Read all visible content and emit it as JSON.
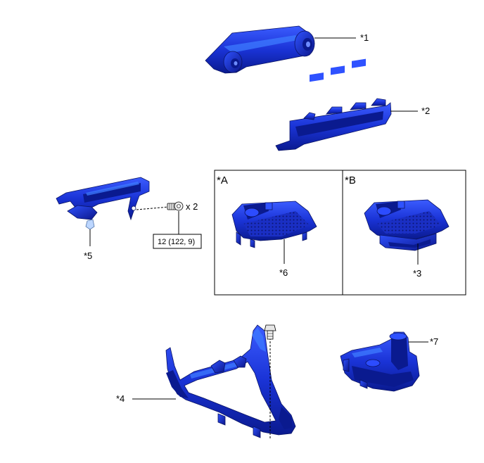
{
  "callouts": {
    "c1": "*1",
    "c2": "*2",
    "c3": "*3",
    "c4": "*4",
    "c5": "*5",
    "c6": "*6",
    "c7": "*7"
  },
  "boxes": {
    "a": "*A",
    "b": "*B"
  },
  "bolt": {
    "qty": "x 2",
    "torque": "12 (122, 9)"
  },
  "colors": {
    "part_fill": "#1a33d6",
    "part_dark": "#0a1a8f",
    "part_highlight": "#3d7bff",
    "bolt_fill": "#d9d9d9"
  }
}
